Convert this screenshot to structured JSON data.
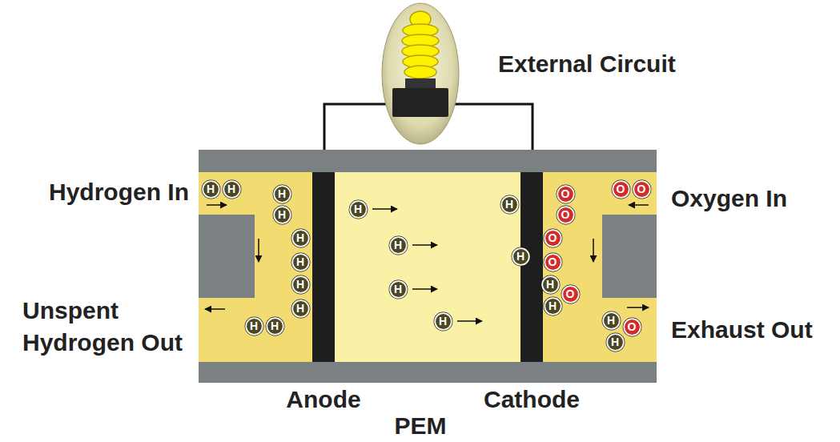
{
  "diagram": {
    "nodes": [
      {
        "text": [
          "H"
        ]
      },
      {
        "text": [
          "H"
        ]
      },
      {
        "text": [
          "H"
        ]
      },
      {
        "text": [
          "H"
        ]
      },
      {
        "text": [
          "H"
        ]
      },
      {
        "text": [
          "H"
        ]
      },
      {
        "text": [
          "H"
        ]
      },
      {
        "text": [
          "H"
        ]
      },
      {
        "text": [
          "H"
        ]
      },
      {
        "text": [
          "H"
        ]
      },
      {
        "text": [
          "H"
        ]
      },
      {
        "text": [
          "H"
        ]
      },
      {
        "text": [
          "H"
        ]
      },
      {
        "text": [
          "H"
        ]
      },
      {
        "text": [
          "H"
        ]
      },
      {
        "text": [
          "H"
        ]
      },
      {
        "text": [
          "O"
        ]
      },
      {
        "text": [
          "O"
        ]
      },
      {
        "text": [
          "O"
        ]
      },
      {
        "text": [
          "O"
        ]
      },
      {
        "text": [
          "O"
        ]
      },
      {
        "text": [
          "O"
        ]
      },
      {
        "text": [
          "H"
        ]
      },
      {
        "text": [
          "O"
        ]
      },
      {
        "text": [
          "H"
        ]
      },
      {
        "text": [
          "H"
        ]
      },
      {
        "text": [
          "O"
        ]
      },
      {
        "text": [
          "H"
        ]
      }
    ],
    "labels": [
      "External Circuit",
      "Hydrogen In",
      "Oxygen In",
      "Unspent Hydrogen Out",
      "Exhaust Out",
      "Anode",
      "Cathode",
      "PEM"
    ]
  }
}
